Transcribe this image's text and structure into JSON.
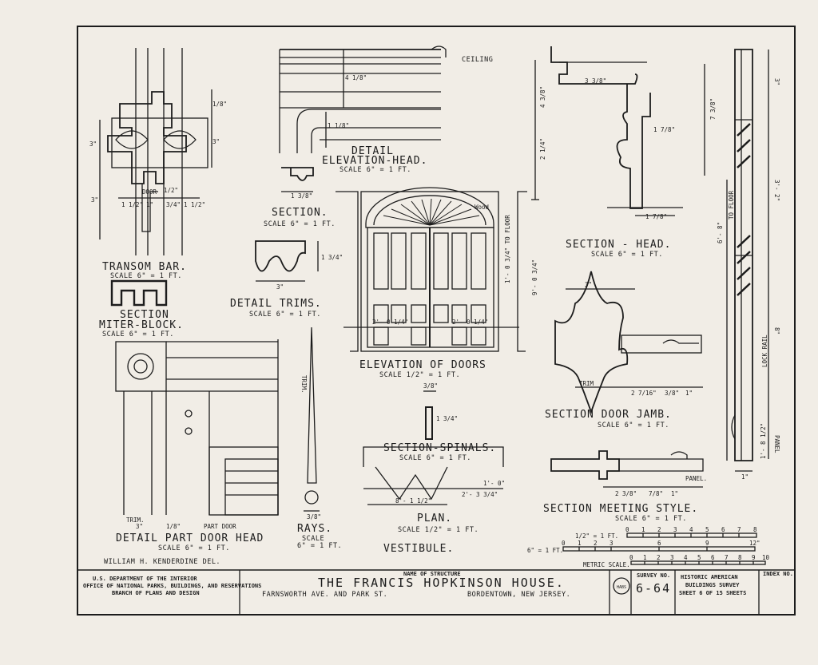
{
  "drawings": {
    "transom_bar": {
      "title": "TRANSOM BAR.",
      "scale": "SCALE 6\" = 1 FT.",
      "dims": [
        "3\"",
        "1/2\"",
        "1\"",
        "3/4\"",
        "1 1/2\"",
        "1 1/2\"",
        "DOOR",
        "1/8\"",
        "3\"",
        "3\""
      ]
    },
    "detail_head": {
      "title_1": "DETAIL",
      "title_2": "ELEVATION-HEAD.",
      "scale": "SCALE 6\" = 1 FT.",
      "ceiling": "CEILING",
      "dims": [
        "4 1/8\"",
        "1 1/8\""
      ]
    },
    "section_small": {
      "title": "SECTION.",
      "scale": "SCALE 6\" = 1 FT.",
      "dim": "1 3/8\""
    },
    "detail_trims": {
      "title": "DETAIL TRIMS.",
      "scale": "SCALE 6\" = 1 FT.",
      "dims": [
        "3\"",
        "1 3/4\""
      ]
    },
    "miter_block": {
      "title_1": "SECTION",
      "title_2": "MITER-BLOCK.",
      "scale": "SCALE 6\" = 1 FT."
    },
    "elevation_doors": {
      "title": "ELEVATION OF DOORS",
      "scale": "SCALE 1/2\" = 1 FT.",
      "wood": "Wood",
      "dims": [
        "1'- 0 3/4\" TO FLOOR",
        "9'- 0 3/4\"",
        "2'- 0 1/4\"",
        "2'- 0 1/4\""
      ]
    },
    "section_head": {
      "title": "SECTION - HEAD.",
      "scale": "SCALE 6\" = 1 FT.",
      "dims": [
        "3 3/8\"",
        "4 3/8\"",
        "2 1/4\"",
        "1 7/8\"",
        "1 7/8\"",
        "7 3/8\""
      ]
    },
    "stile": {
      "dims": [
        "3\"",
        "3'- 2\"",
        "6'- 8\"",
        "TO FLOOR",
        "LOCK RAIL",
        "8\"",
        "1'- 8 1/2\"",
        "PANEL",
        "1\""
      ]
    },
    "door_jamb": {
      "title": "SECTION DOOR JAMB.",
      "scale": "SCALE 6\" = 1 FT.",
      "dims": [
        "3\"",
        "2 7/16\"",
        "3/8\"",
        "1\"",
        "TRIM"
      ]
    },
    "part_door_head": {
      "title": "DETAIL PART DOOR HEAD",
      "scale": "SCALE 6\" = 1 FT.",
      "trim": "TRIM.",
      "part_door": "PART DOOR",
      "dims": [
        "3\"",
        "1/8\""
      ]
    },
    "rays": {
      "title": "RAYS.",
      "scale_1": "SCALE",
      "scale_2": "6\" = 1 FT.",
      "trim": "TRIM.",
      "dim": "3/8\""
    },
    "spinals": {
      "title": "SECTION-SPINALS.",
      "scale": "SCALE 6\" = 1 FT.",
      "dims": [
        "3/8\"",
        "1 3/4\""
      ]
    },
    "plan": {
      "title": "PLAN.",
      "scale": "SCALE 1/2\" = 1 FT.",
      "sub": "VESTIBULE.",
      "dims": [
        "8'- 1 1/2\"",
        "2'- 3 3/4\"",
        "1'- 0\""
      ]
    },
    "meeting_style": {
      "title": "SECTION MEETING STYLE.",
      "scale": "SCALE 6\" = 1 FT.",
      "panel": "PANEL.",
      "dims": [
        "2 3/8\"",
        "7/8\"",
        "1\""
      ]
    }
  },
  "scales": {
    "half_inch": {
      "label": "1/2\" = 1 FT.",
      "ticks": [
        "0",
        "1",
        "2",
        "3",
        "4",
        "5",
        "6",
        "7",
        "8"
      ]
    },
    "six_inch": {
      "label": "6\" = 1 FT.",
      "ticks": [
        "0",
        "1",
        "2",
        "3",
        "6",
        "9",
        "12\""
      ]
    },
    "metric": {
      "label": "METRIC SCALE.",
      "ticks": [
        "0",
        "1",
        "2",
        "3",
        "4",
        "5",
        "6",
        "7",
        "8",
        "9",
        "10"
      ]
    }
  },
  "delineator": "WILLIAM H. KENDERDINE  DEL.",
  "title_block": {
    "dept_1": "U.S. DEPARTMENT OF THE INTERIOR",
    "dept_2": "OFFICE OF NATIONAL PARKS, BUILDINGS, AND RESERVATIONS",
    "dept_3": "BRANCH OF PLANS AND DESIGN",
    "name_label": "NAME OF STRUCTURE",
    "name": "THE FRANCIS HOPKINSON HOUSE.",
    "address": "FARNSWORTH AVE. AND PARK ST.",
    "city": "BORDENTOWN,  NEW  JERSEY.",
    "survey_label": "SURVEY NO.",
    "survey_no": "6-64",
    "habs_1": "HISTORIC AMERICAN",
    "habs_2": "BUILDINGS SURVEY",
    "sheet": "SHEET 6 OF 15 SHEETS",
    "index_label": "INDEX NO.",
    "seal_text": "HABS"
  }
}
